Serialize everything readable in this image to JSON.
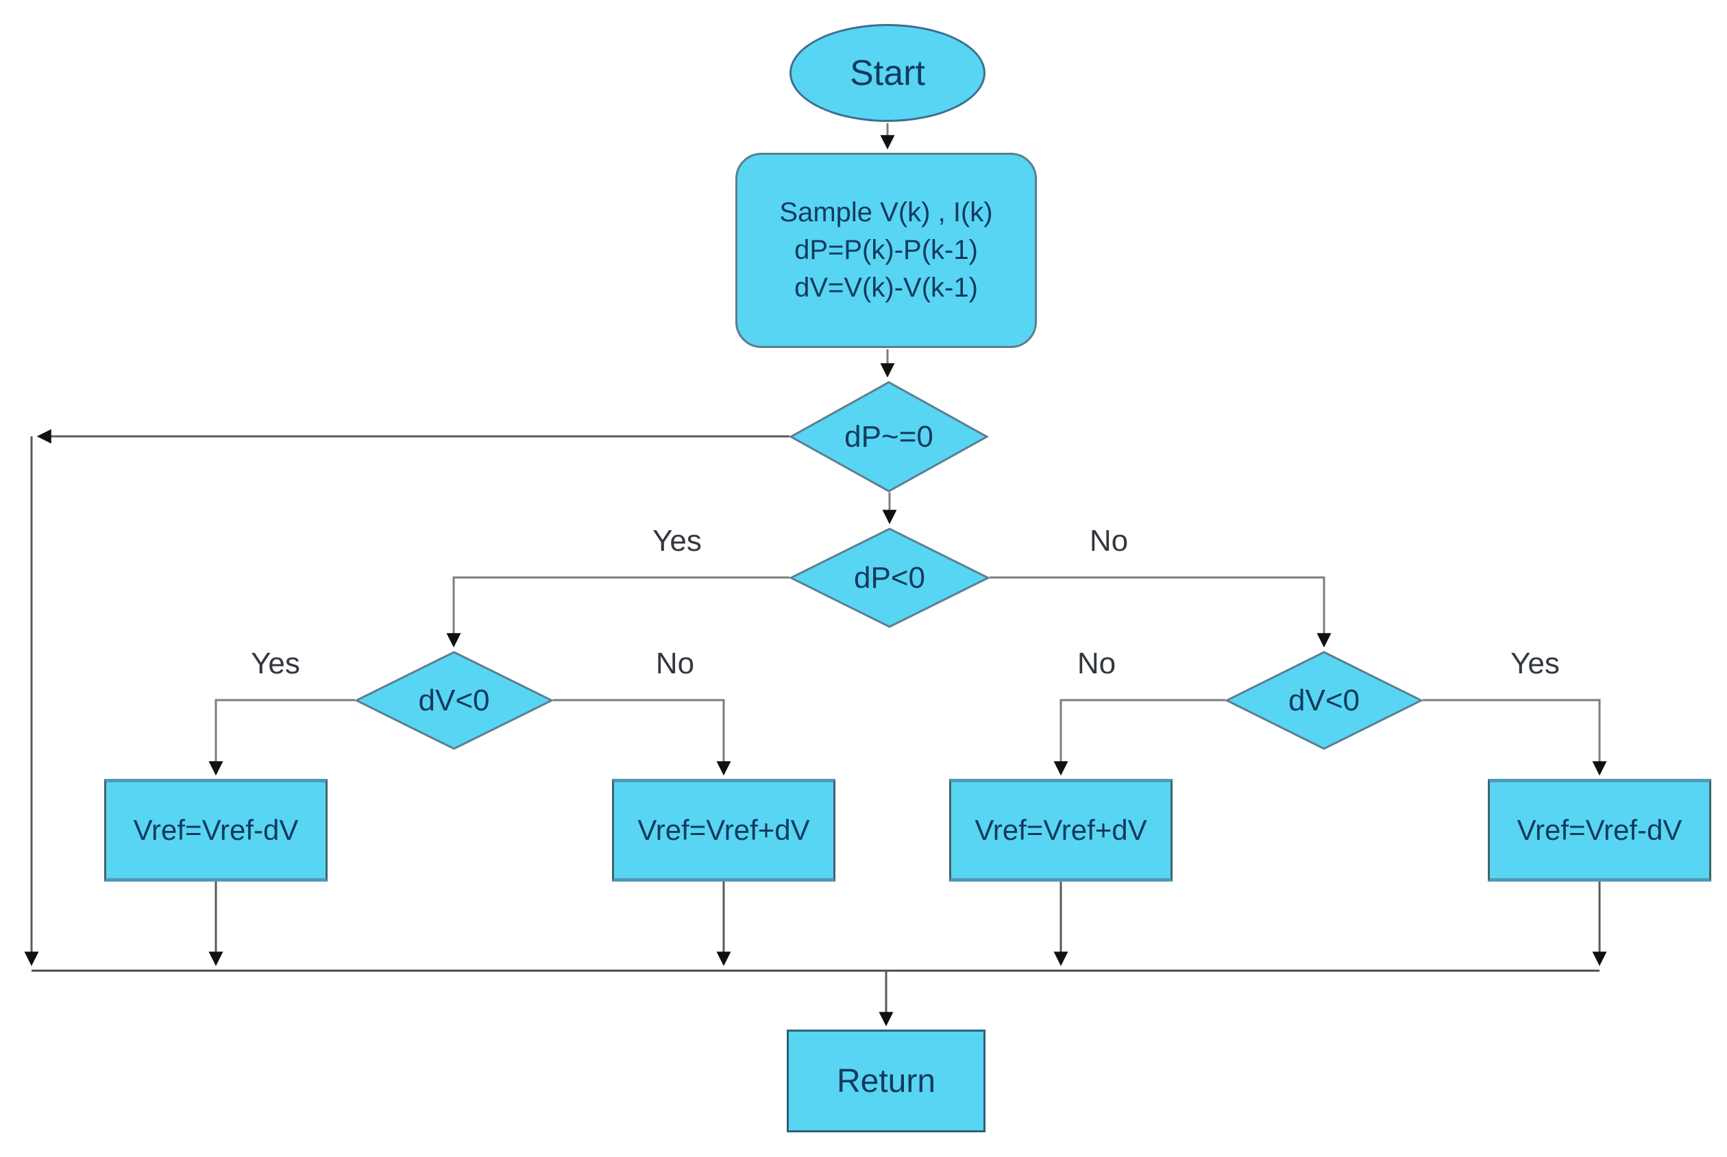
{
  "flowchart": {
    "nodes": {
      "start": {
        "label": "Start"
      },
      "sample": {
        "lines": [
          "Sample V(k) , I(k)",
          "dP=P(k)-P(k-1)",
          "dV=V(k)-V(k-1)"
        ]
      },
      "decision_dp_zero": {
        "label": "dP~=0"
      },
      "decision_dp_negative": {
        "label": "dP<0"
      },
      "decision_dv_left": {
        "label": "dV<0"
      },
      "decision_dv_right": {
        "label": "dV<0"
      },
      "vref_box_1": {
        "label": "Vref=Vref-dV"
      },
      "vref_box_2": {
        "label": "Vref=Vref+dV"
      },
      "vref_box_3": {
        "label": "Vref=Vref+dV"
      },
      "vref_box_4": {
        "label": "Vref=Vref-dV"
      },
      "return": {
        "label": "Return"
      }
    },
    "edge_labels": {
      "dp_negative_yes": "Yes",
      "dp_negative_no": "No",
      "dv_left_yes": "Yes",
      "dv_left_no": "No",
      "dv_right_no": "No",
      "dv_right_yes": "Yes"
    },
    "colors": {
      "shape_fill": "#58d5f3",
      "shape_border": "#4d7f97",
      "shape_text": "#123a5e",
      "connector": "#7d7d7d",
      "collector": "#4a4a4a",
      "arrowhead": "#111111",
      "edge_label_text": "#33383f",
      "background": "#ffffff"
    }
  }
}
